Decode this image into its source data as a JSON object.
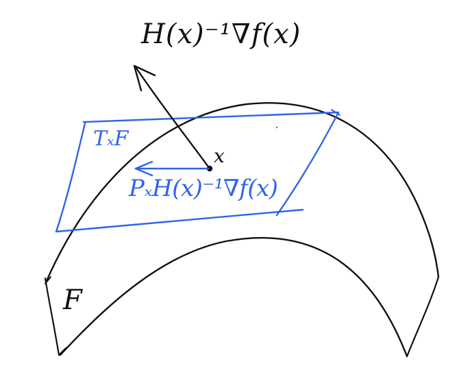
{
  "labels": {
    "hessian_step": "H(x)⁻¹∇f(x)",
    "tangent_space": "TₓF",
    "point": "x",
    "projected_step": "PₓH(x)⁻¹∇f(x)",
    "manifold": "F"
  },
  "colors": {
    "black_ink": "#111111",
    "blue_ink": "#2f63e8",
    "background": "#ffffff"
  }
}
